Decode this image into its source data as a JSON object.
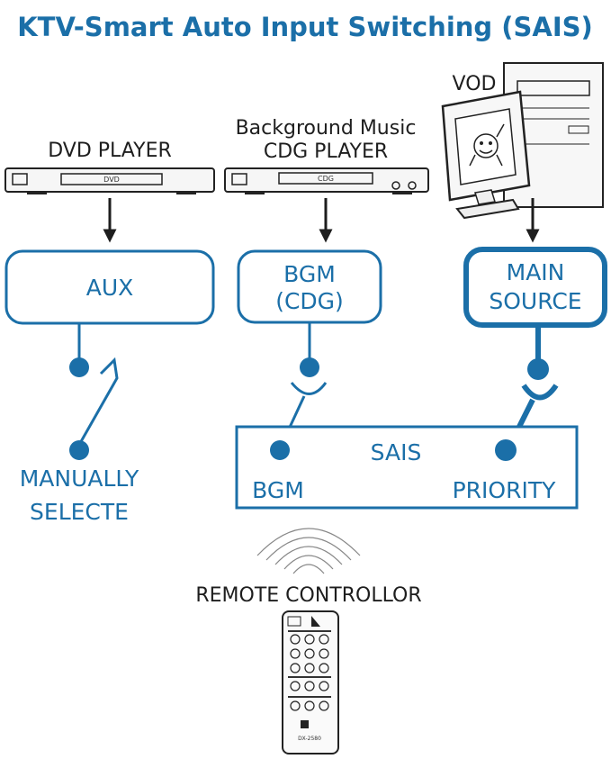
{
  "title": "KTV-Smart Auto Input Switching (SAIS)",
  "devices": {
    "dvd_label": "DVD PLAYER",
    "dvd_face_text": "DVD",
    "cdg_label_line1": "Background Music",
    "cdg_label_line2": "CDG PLAYER",
    "cdg_face_text": "CDG",
    "vod_label": "VOD"
  },
  "inputs": {
    "aux_label": "AUX",
    "bgm_label_line1": "BGM",
    "bgm_label_line2": "(CDG)",
    "main_label_line1": "MAIN",
    "main_label_line2": "SOURCE"
  },
  "manual": {
    "line1": "MANUALLY",
    "line2": "SELECTE"
  },
  "sais": {
    "title": "SAIS",
    "bgm_label": "BGM",
    "priority_label": "PRIORITY"
  },
  "remote": {
    "label": "REMOTE CONTROLLOR",
    "model_text": "DX-2580"
  },
  "colors": {
    "accent_blue": "#1b6fa8",
    "arrow_dark": "#1e1e1e"
  }
}
